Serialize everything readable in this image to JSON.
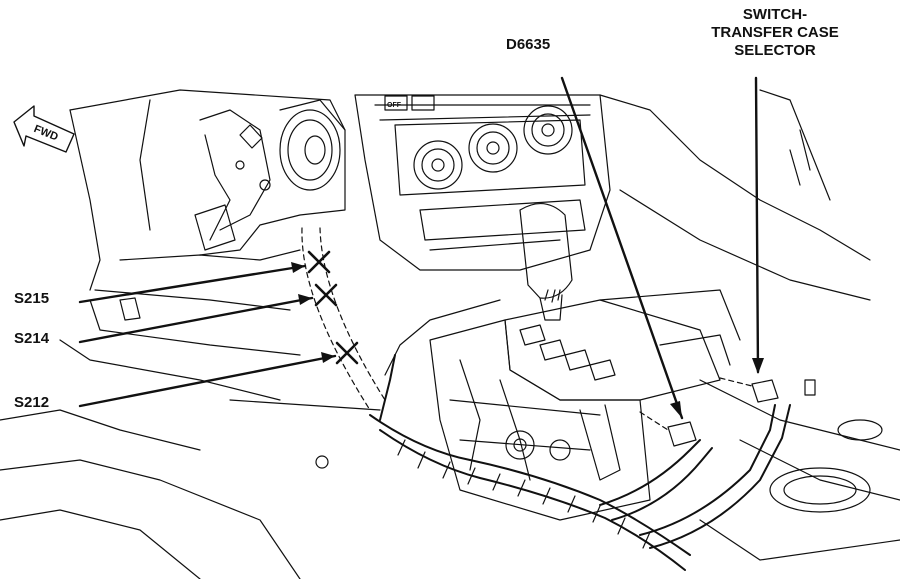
{
  "diagram": {
    "callouts": {
      "s215": "S215",
      "s214": "S214",
      "s212": "S212",
      "d6635": "D6635",
      "switch_line1": "SWITCH-",
      "switch_line2": "TRANSFER CASE",
      "switch_line3": "SELECTOR"
    },
    "direction_arrow": "FWD",
    "bezel_button": "OFF",
    "line_color": "#111111",
    "background_color": "#ffffff"
  }
}
